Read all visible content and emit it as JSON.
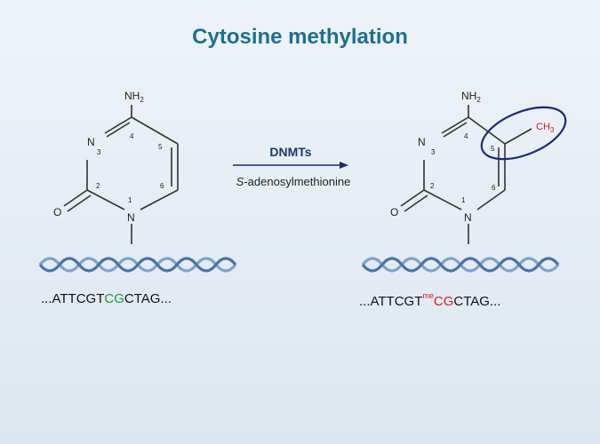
{
  "title": "Cytosine methylation",
  "left": {
    "amine": "NH2",
    "n3": "N",
    "o": "O",
    "n1": "N",
    "ring_numbers": [
      "1",
      "2",
      "3",
      "4",
      "5",
      "6"
    ],
    "sequence": {
      "prefix": "...ATTCGT",
      "cg": "CG",
      "suffix": "CTAG..."
    }
  },
  "right": {
    "amine": "NH2",
    "n3": "N",
    "o": "O",
    "n1": "N",
    "methyl": "CH3",
    "ring_numbers": [
      "1",
      "2",
      "3",
      "4",
      "5",
      "6"
    ],
    "sequence": {
      "prefix": "...ATTCGT",
      "me": "me",
      "cg": "CG",
      "suffix": "CTAG..."
    }
  },
  "reaction": {
    "enzyme": "DNMTs",
    "cofactor_italic": "S",
    "cofactor_rest": "-adenosylmethionine"
  },
  "colors": {
    "title": "#1f6f8f",
    "cg_unmethylated": "#1f9a3a",
    "cg_methylated": "#d0202a",
    "highlight_ellipse": "#1a2a7a",
    "dna_helix": "#5a86b5"
  }
}
